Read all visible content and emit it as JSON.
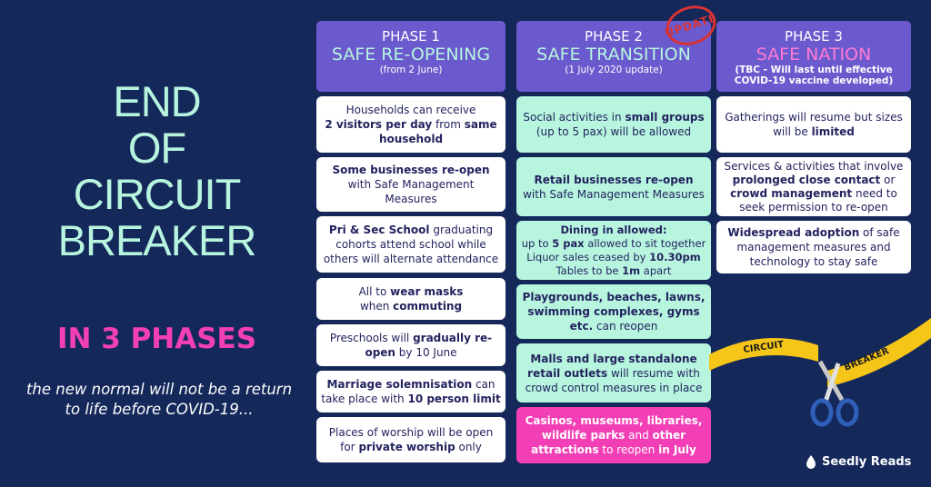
{
  "left": {
    "title_lines": [
      "END",
      "OF",
      "CIRCUIT",
      "BREAKER"
    ],
    "phases_label": "IN 3 PHASES",
    "tagline": "the new normal will not be a return to life before COVID-19..."
  },
  "stamp": "UPDATE",
  "phase1": {
    "phase": "PHASE 1",
    "name": "SAFE RE-OPENING",
    "sub": "(from 2 June)",
    "cards": [
      {
        "pre": "Households can receive",
        "b1": "2 visitors per day",
        "mid": " from ",
        "b2": "same household"
      },
      {
        "b1": "Some businesses re-open",
        "rest": " with Safe Management Measures"
      },
      {
        "b1": "Pri & Sec School",
        "rest": " graduating cohorts attend school while others will alternate attendance"
      },
      {
        "pre": "All to ",
        "b1": "wear masks",
        "mid": " when ",
        "b2": "commuting"
      },
      {
        "pre": "Preschools will ",
        "b1": "gradually re-open",
        "rest": " by 10 June"
      },
      {
        "b1": "Marriage solemnisation",
        "mid": " can take place with ",
        "b2": "10 person limit"
      },
      {
        "pre": "Places of worship will be open for ",
        "b1": "private worship",
        "rest": " only"
      }
    ]
  },
  "phase2": {
    "phase": "PHASE 2",
    "name": "SAFE TRANSITION",
    "sub": "(1 July 2020 update)",
    "cards": [
      {
        "pre": "Social activities in ",
        "b1": "small groups",
        "rest": " (up to 5 pax) will be allowed"
      },
      {
        "b1": "Retail businesses re-open",
        "rest": " with Safe Management Measures"
      },
      {
        "title": "Dining in allowed:",
        "l1a": "up to ",
        "l1b": "5 pax",
        "l1c": " allowed to sit together",
        "l2a": "Liquor sales ceased by ",
        "l2b": "10.30pm",
        "l3a": "Tables to be ",
        "l3b": "1m",
        "l3c": " apart"
      },
      {
        "b1": "Playgrounds, beaches, lawns, swimming complexes, gyms etc.",
        "rest": " can reopen"
      },
      {
        "b1": "Malls and large standalone retail outlets",
        "rest": " will resume with crowd control measures in place"
      },
      {
        "b1": "Casinos, museums, libraries, wildlife parks",
        "mid": " and ",
        "b2": "other attractions",
        "mid2": " to reopen ",
        "b3": "in July"
      }
    ]
  },
  "phase3": {
    "phase": "PHASE 3",
    "name": "SAFE NATION",
    "sub": "(TBC - Will last until effective COVID-19 vaccine developed)",
    "cards": [
      {
        "pre": "Gatherings will resume but sizes will be ",
        "b1": "limited"
      },
      {
        "pre": "Services & activities that involve ",
        "b1": "prolonged close contact",
        "mid": " or ",
        "b2": "crowd management",
        "rest": " need to seek permission to re-open"
      },
      {
        "b1": "Widespread adoption",
        "rest": " of safe management measures and technology to stay safe"
      }
    ]
  },
  "tape": {
    "word1": "CIRCUIT",
    "word2": "BREAKER"
  },
  "logo": "Seedly Reads"
}
